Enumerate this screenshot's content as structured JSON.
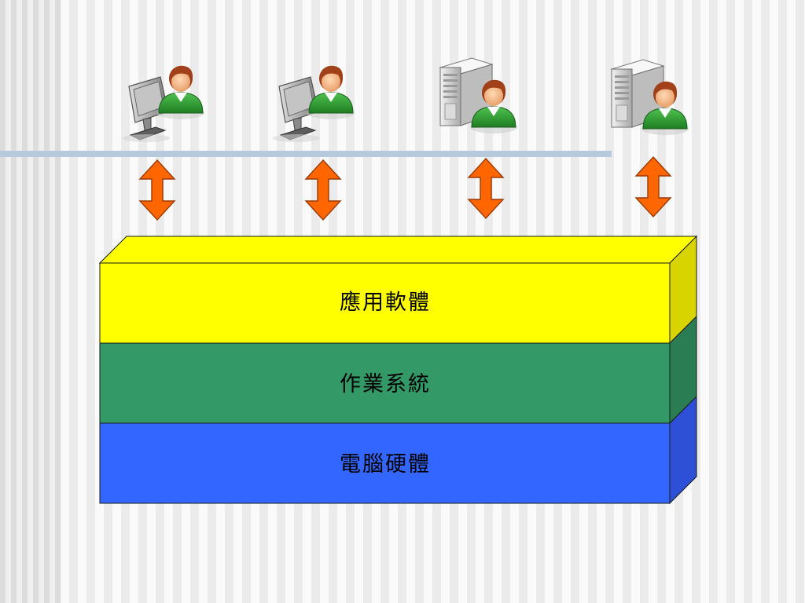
{
  "network": {
    "nodes": [
      {
        "kind": "workstation-user",
        "icon": "user-at-computer-icon"
      },
      {
        "kind": "workstation-user",
        "icon": "user-at-computer-icon"
      },
      {
        "kind": "server-user",
        "icon": "user-with-server-icon"
      },
      {
        "kind": "server-user",
        "icon": "user-with-server-icon"
      }
    ],
    "arrow_icon": "double-arrow-icon",
    "arrow_color": "#ff6600"
  },
  "layers": [
    {
      "label": "應用軟體",
      "color": "#ffff00"
    },
    {
      "label": "作業系統",
      "color": "#339966"
    },
    {
      "label": "電腦硬體",
      "color": "#3366ff"
    }
  ]
}
